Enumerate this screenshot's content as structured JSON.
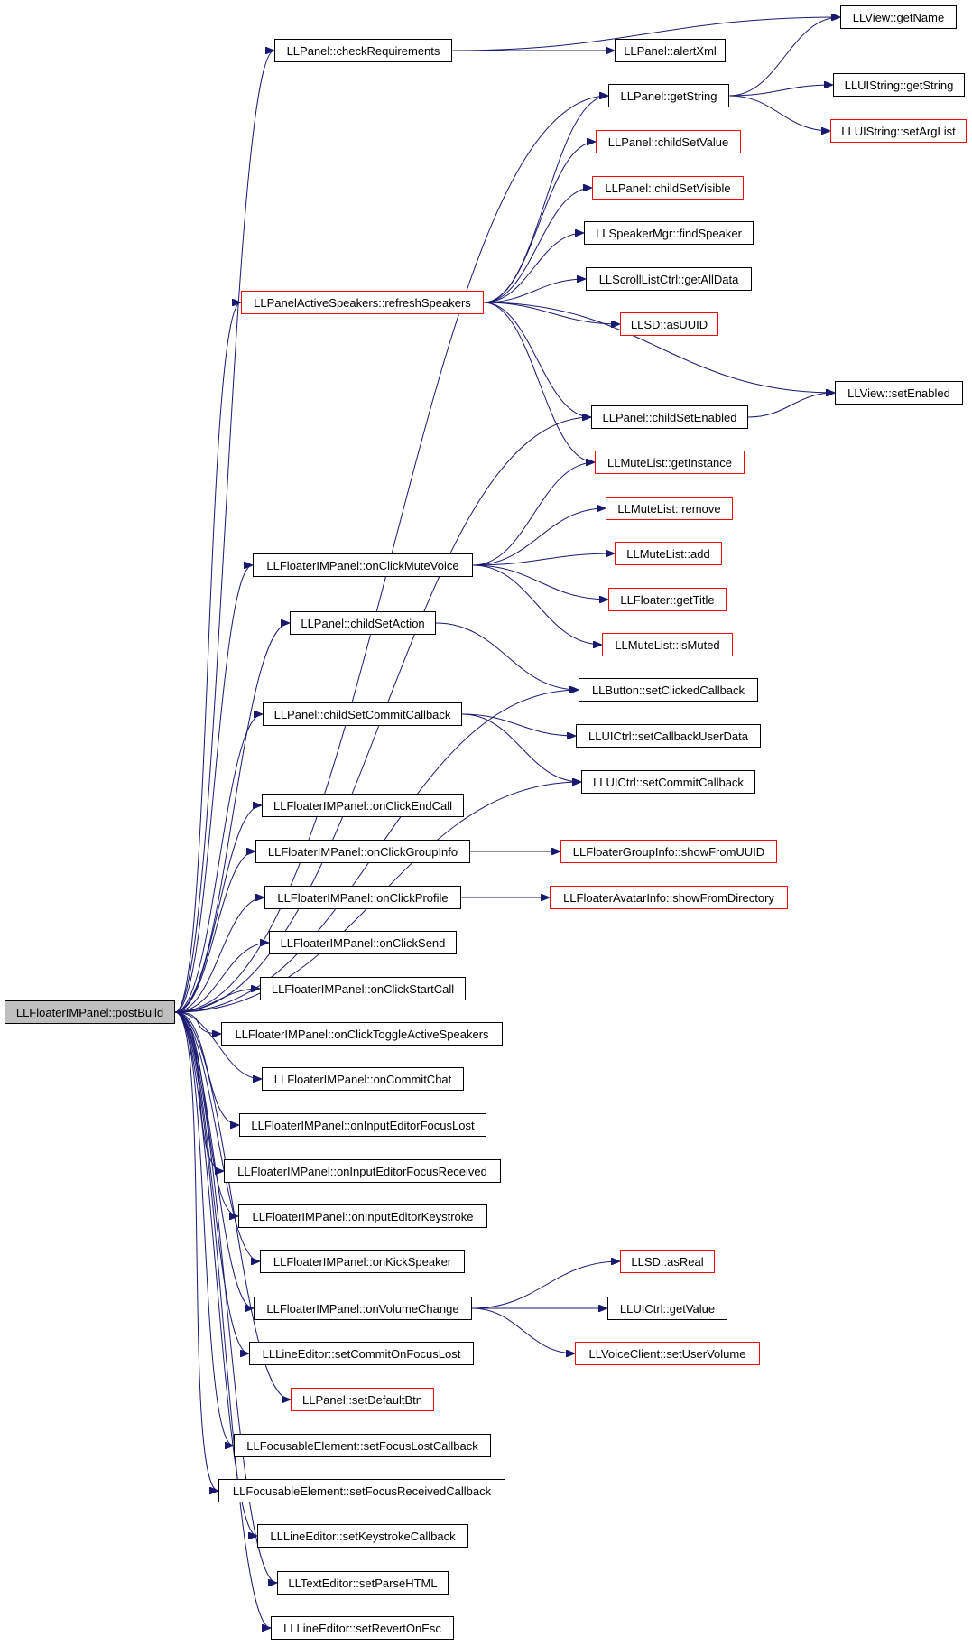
{
  "colors": {
    "edge": "#191970",
    "node_border": "#000000",
    "truncated_node_border": "#ff0000",
    "root_fill": "#bfbfbf",
    "background": "#ffffff"
  },
  "nodes": {
    "root": "LLFloaterIMPanel::postBuild",
    "checkRequirements": "LLPanel::checkRequirements",
    "viewGetName": "LLView::getName",
    "alertXml": "LLPanel::alertXml",
    "getString": "LLPanel::getString",
    "uiStringGetString": "LLUIString::getString",
    "setArgList": "LLUIString::setArgList",
    "childSetValue": "LLPanel::childSetValue",
    "childSetVisible": "LLPanel::childSetVisible",
    "findSpeaker": "LLSpeakerMgr::findSpeaker",
    "getAllData": "LLScrollListCtrl::getAllData",
    "refreshSpeakers": "LLPanelActiveSpeakers::refreshSpeakers",
    "asUUID": "LLSD::asUUID",
    "setEnabled": "LLView::setEnabled",
    "childSetEnabled": "LLPanel::childSetEnabled",
    "getInstance": "LLMuteList::getInstance",
    "muteRemove": "LLMuteList::remove",
    "muteAdd": "LLMuteList::add",
    "onClickMuteVoice": "LLFloaterIMPanel::onClickMuteVoice",
    "getTitle": "LLFloater::getTitle",
    "childSetAction": "LLPanel::childSetAction",
    "isMuted": "LLMuteList::isMuted",
    "setClickedCallback": "LLButton::setClickedCallback",
    "childSetCommitCallback": "LLPanel::childSetCommitCallback",
    "setCallbackUserData": "LLUICtrl::setCallbackUserData",
    "setCommitCallback": "LLUICtrl::setCommitCallback",
    "onClickEndCall": "LLFloaterIMPanel::onClickEndCall",
    "onClickGroupInfo": "LLFloaterIMPanel::onClickGroupInfo",
    "showFromUUID": "LLFloaterGroupInfo::showFromUUID",
    "onClickProfile": "LLFloaterIMPanel::onClickProfile",
    "showFromDirectory": "LLFloaterAvatarInfo::showFromDirectory",
    "onClickSend": "LLFloaterIMPanel::onClickSend",
    "onClickStartCall": "LLFloaterIMPanel::onClickStartCall",
    "onClickToggleActiveSpeakers": "LLFloaterIMPanel::onClickToggleActiveSpeakers",
    "onCommitChat": "LLFloaterIMPanel::onCommitChat",
    "onInputEditorFocusLost": "LLFloaterIMPanel::onInputEditorFocusLost",
    "onInputEditorFocusReceived": "LLFloaterIMPanel::onInputEditorFocusReceived",
    "onInputEditorKeystroke": "LLFloaterIMPanel::onInputEditorKeystroke",
    "onKickSpeaker": "LLFloaterIMPanel::onKickSpeaker",
    "asReal": "LLSD::asReal",
    "onVolumeChange": "LLFloaterIMPanel::onVolumeChange",
    "getValue": "LLUICtrl::getValue",
    "setUserVolume": "LLVoiceClient::setUserVolume",
    "setCommitOnFocusLost": "LLLineEditor::setCommitOnFocusLost",
    "setDefaultBtn": "LLPanel::setDefaultBtn",
    "setFocusLostCallback": "LLFocusableElement::setFocusLostCallback",
    "setFocusReceivedCallback": "LLFocusableElement::setFocusReceivedCallback",
    "setKeystrokeCallback": "LLLineEditor::setKeystrokeCallback",
    "setParseHTML": "LLTextEditor::setParseHTML",
    "setRevertOnEsc": "LLLineEditor::setRevertOnEsc"
  },
  "edges": [
    [
      "root",
      "checkRequirements"
    ],
    [
      "root",
      "getString"
    ],
    [
      "root",
      "refreshSpeakers"
    ],
    [
      "root",
      "childSetEnabled"
    ],
    [
      "root",
      "onClickMuteVoice"
    ],
    [
      "root",
      "childSetAction"
    ],
    [
      "root",
      "setClickedCallback"
    ],
    [
      "root",
      "childSetCommitCallback"
    ],
    [
      "root",
      "setCommitCallback"
    ],
    [
      "root",
      "onClickEndCall"
    ],
    [
      "root",
      "onClickGroupInfo"
    ],
    [
      "root",
      "onClickProfile"
    ],
    [
      "root",
      "onClickSend"
    ],
    [
      "root",
      "onClickStartCall"
    ],
    [
      "root",
      "onClickToggleActiveSpeakers"
    ],
    [
      "root",
      "onCommitChat"
    ],
    [
      "root",
      "onInputEditorFocusLost"
    ],
    [
      "root",
      "onInputEditorFocusReceived"
    ],
    [
      "root",
      "onInputEditorKeystroke"
    ],
    [
      "root",
      "onKickSpeaker"
    ],
    [
      "root",
      "onVolumeChange"
    ],
    [
      "root",
      "setCommitOnFocusLost"
    ],
    [
      "root",
      "setDefaultBtn"
    ],
    [
      "root",
      "setFocusLostCallback"
    ],
    [
      "root",
      "setFocusReceivedCallback"
    ],
    [
      "root",
      "setKeystrokeCallback"
    ],
    [
      "root",
      "setParseHTML"
    ],
    [
      "root",
      "setRevertOnEsc"
    ],
    [
      "checkRequirements",
      "viewGetName"
    ],
    [
      "checkRequirements",
      "alertXml"
    ],
    [
      "getString",
      "viewGetName"
    ],
    [
      "getString",
      "uiStringGetString"
    ],
    [
      "getString",
      "setArgList"
    ],
    [
      "refreshSpeakers",
      "getString"
    ],
    [
      "refreshSpeakers",
      "childSetValue"
    ],
    [
      "refreshSpeakers",
      "childSetVisible"
    ],
    [
      "refreshSpeakers",
      "findSpeaker"
    ],
    [
      "refreshSpeakers",
      "getAllData"
    ],
    [
      "refreshSpeakers",
      "asUUID"
    ],
    [
      "refreshSpeakers",
      "setEnabled"
    ],
    [
      "refreshSpeakers",
      "childSetEnabled"
    ],
    [
      "refreshSpeakers",
      "getInstance"
    ],
    [
      "childSetEnabled",
      "setEnabled"
    ],
    [
      "onClickMuteVoice",
      "getInstance"
    ],
    [
      "onClickMuteVoice",
      "muteRemove"
    ],
    [
      "onClickMuteVoice",
      "muteAdd"
    ],
    [
      "onClickMuteVoice",
      "getTitle"
    ],
    [
      "onClickMuteVoice",
      "isMuted"
    ],
    [
      "childSetAction",
      "setClickedCallback"
    ],
    [
      "childSetCommitCallback",
      "setCallbackUserData"
    ],
    [
      "childSetCommitCallback",
      "setCommitCallback"
    ],
    [
      "onClickGroupInfo",
      "showFromUUID"
    ],
    [
      "onClickProfile",
      "showFromDirectory"
    ],
    [
      "onVolumeChange",
      "asReal"
    ],
    [
      "onVolumeChange",
      "getValue"
    ],
    [
      "onVolumeChange",
      "setUserVolume"
    ]
  ]
}
